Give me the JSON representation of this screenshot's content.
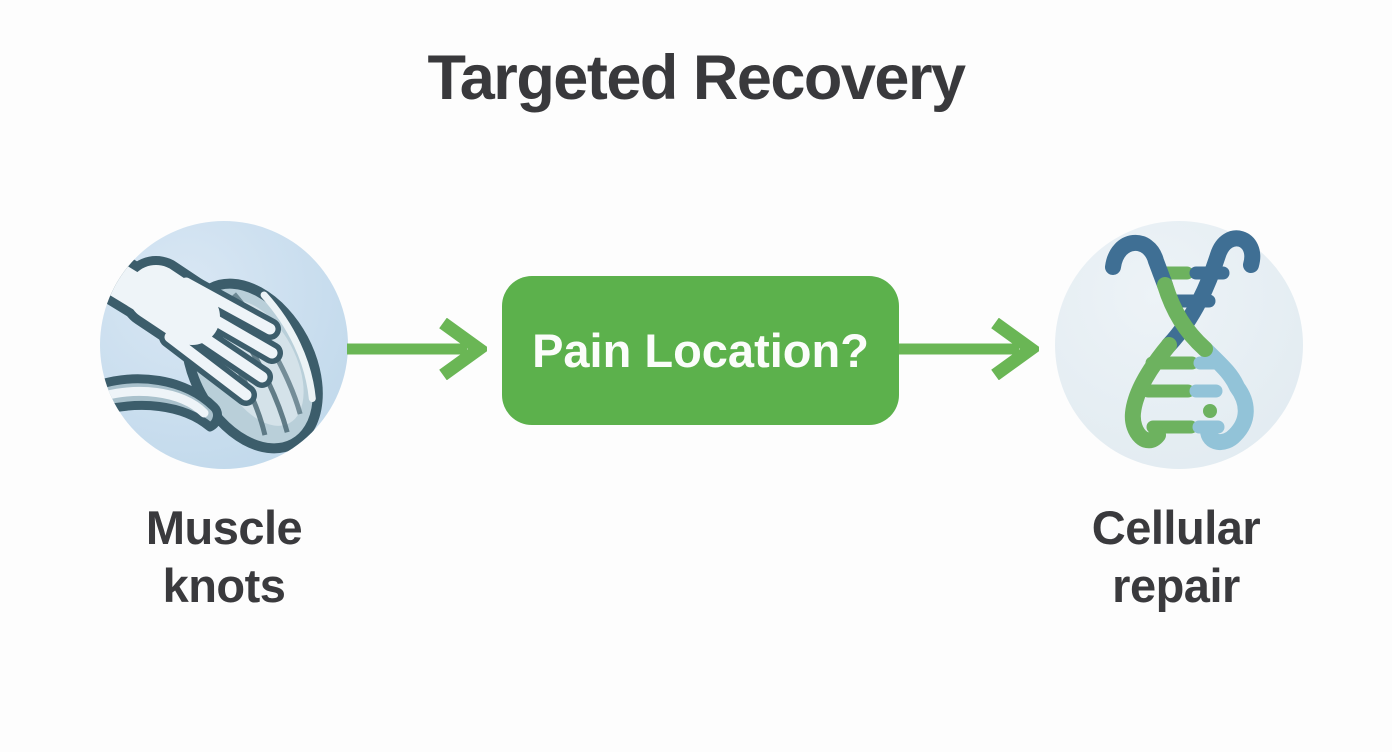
{
  "title": "Targeted Recovery",
  "flow": {
    "left_node": {
      "label": "Muscle knots",
      "icon": "massage-hand-icon"
    },
    "center_node": {
      "label": "Pain Location?"
    },
    "right_node": {
      "label": "Cellular repair",
      "icon": "dna-icon"
    },
    "connectors": [
      "arrow-right-icon",
      "arrow-right-icon"
    ]
  },
  "colors": {
    "background": "#fdfdfd",
    "title_text": "#39393c",
    "label_text": "#3a3a3d",
    "accent_green": "#5cb14c",
    "arrow_green": "#6ab655",
    "box_text": "#ffffff",
    "left_circle_fill": "#cbdfef",
    "icon_outline": "#3c5d6b",
    "muscle_fill": "#b9cfd9",
    "hand_fill": "#eef4f8",
    "right_circle_fill": "#e6eef3",
    "dna_dark_blue": "#3f6f94",
    "dna_light_blue": "#92c3d8",
    "dna_green": "#6db25f"
  }
}
